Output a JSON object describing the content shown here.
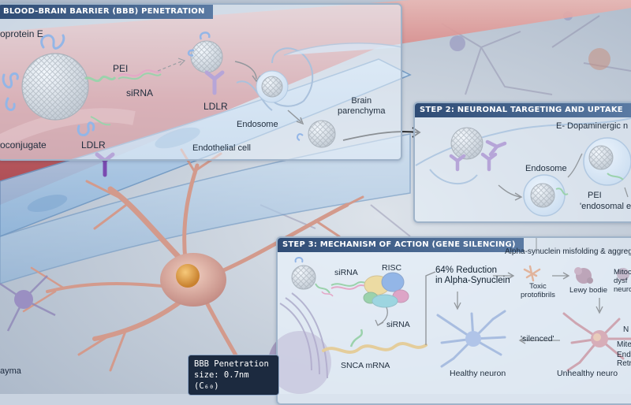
{
  "step1": {
    "title": "BLOOD-BRAIN BARRIER (BBB) PENETRATION",
    "apoprotein_label": "oprotein E",
    "pei_label": "PEI",
    "sirna_label": "siRNA",
    "ldlr_upper_label": "LDLR",
    "ldlr_lower_label": "LDLR",
    "endosome_label": "Endosome",
    "brain_label": "Brain\nparenchyma",
    "endothelial_label": "Endothelial cell",
    "bioconjugate_label": "oconjugate"
  },
  "step2": {
    "title": "STEP 2: NEURONAL TARGETING AND UPTAKE",
    "dopaminergic_label": "E- Dopaminergic n",
    "endosome_label": "Endosome",
    "pei_label": "PEI",
    "escape_label": "'endosomal esc"
  },
  "step3": {
    "title": "STEP 3: MECHANISM OF ACTION (GENE SILENCING)",
    "sirna_top_label": "siRNA",
    "risc_label": "RISC",
    "sirna_mid_label": "siRNA",
    "snca_label": "SNCA mRNA",
    "reduction_label": "64% Reduction\nin Alpha-Synuclein",
    "misfolding_label": "Alpha-synuclein misfolding & aggrega",
    "toxic_label": "Toxic\nprotofibrils",
    "lewy_label": "Lewy bodie",
    "mito_label": "Mitoc\ndysf\nneuro",
    "silenced_label": "'silenced'",
    "healthy_label": "Healthy neuron",
    "unhealthy_label": "Unhealthy neuro",
    "n_label": "N",
    "mite_label": "Mite",
    "end_label": "End\nRetr"
  },
  "info_box": {
    "line1": "BBB Penetration",
    "line2": "size: 0.7nm (C₆₀)"
  },
  "corner_label": "ayma",
  "colors": {
    "title_bar": "#2f4c75",
    "vessel_red": "#c0454b",
    "endothelium_blue": "#9cc2e6",
    "ldlr_purple": "#7a4bb0",
    "apoe_blue": "#2d6fd0",
    "sirna_green": "#3fae4e",
    "risc_yellow": "#f2c23a",
    "neuron_pink": "#d49a8e"
  }
}
